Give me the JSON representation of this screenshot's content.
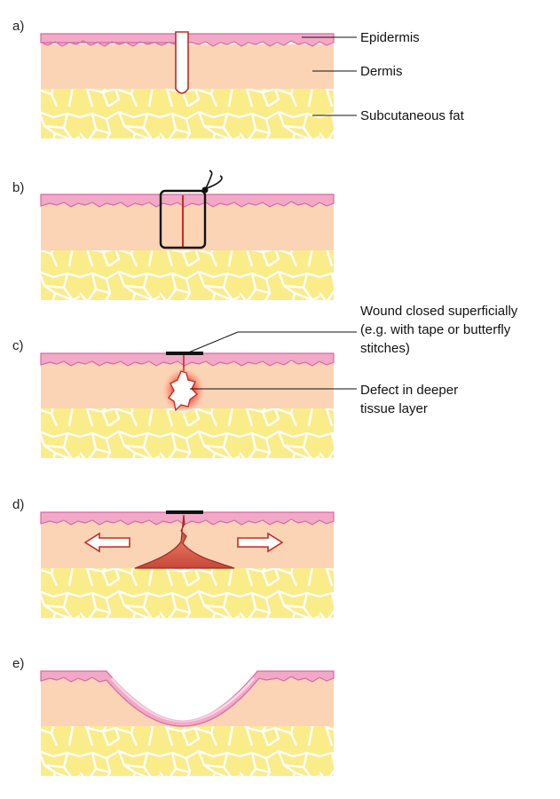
{
  "panels": [
    {
      "id": "a",
      "label": "a)"
    },
    {
      "id": "b",
      "label": "b)"
    },
    {
      "id": "c",
      "label": "c)"
    },
    {
      "id": "d",
      "label": "d)"
    },
    {
      "id": "e",
      "label": "e)"
    }
  ],
  "layer_labels": {
    "epidermis": "Epidermis",
    "dermis": "Dermis",
    "subcutaneous_fat": "Subcutaneous fat"
  },
  "annotations": {
    "wound_closed_line1": "Wound closed superficially",
    "wound_closed_line2": "(e.g. with tape or butterfly",
    "wound_closed_line3": "stitches)",
    "defect_line1": "Defect in deeper",
    "defect_line2": "tissue layer"
  },
  "colors": {
    "epidermis": "#f2a9c8",
    "dermis": "#fbd4b6",
    "fat": "#fbec8a",
    "wound": "#d94a3a"
  }
}
